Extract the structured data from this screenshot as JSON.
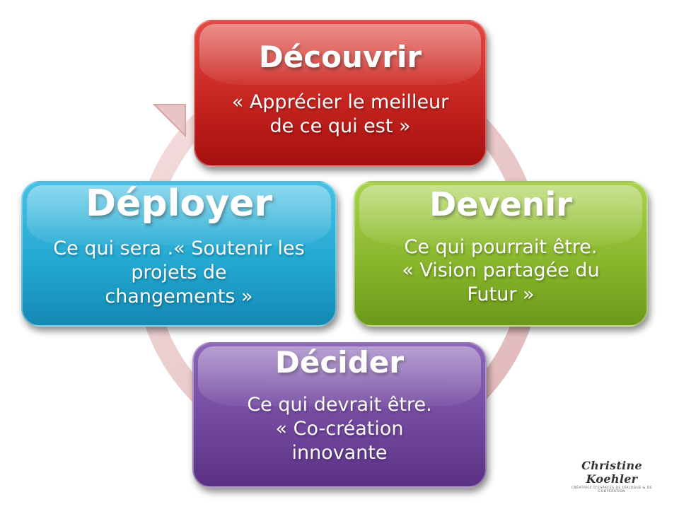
{
  "diagram": {
    "stages": {
      "top": {
        "title": "Découvrir",
        "text": "« Apprécier le meilleur\nde ce qui est »",
        "color": "#c3221e"
      },
      "right": {
        "title": "Devenir",
        "text": "Ce qui pourrait être.\n« Vision partagée du\nFutur »",
        "color": "#86b429"
      },
      "bottom": {
        "title": "Décider",
        "text": "Ce qui devrait être.\n« Co-création\ninnovante",
        "color": "#70469c"
      },
      "left": {
        "title": "Déployer",
        "text": "Ce qui sera .« Soutenir les\nprojets de\nchangements »",
        "color": "#21a6cf"
      }
    },
    "cycle_arrow_color": "#e9c3c4"
  },
  "signature": {
    "name": "Christine Koehler",
    "tagline": "CRÉATRICE D'ESPACES DE DIALOGUE & DE COOPÉRATION"
  }
}
